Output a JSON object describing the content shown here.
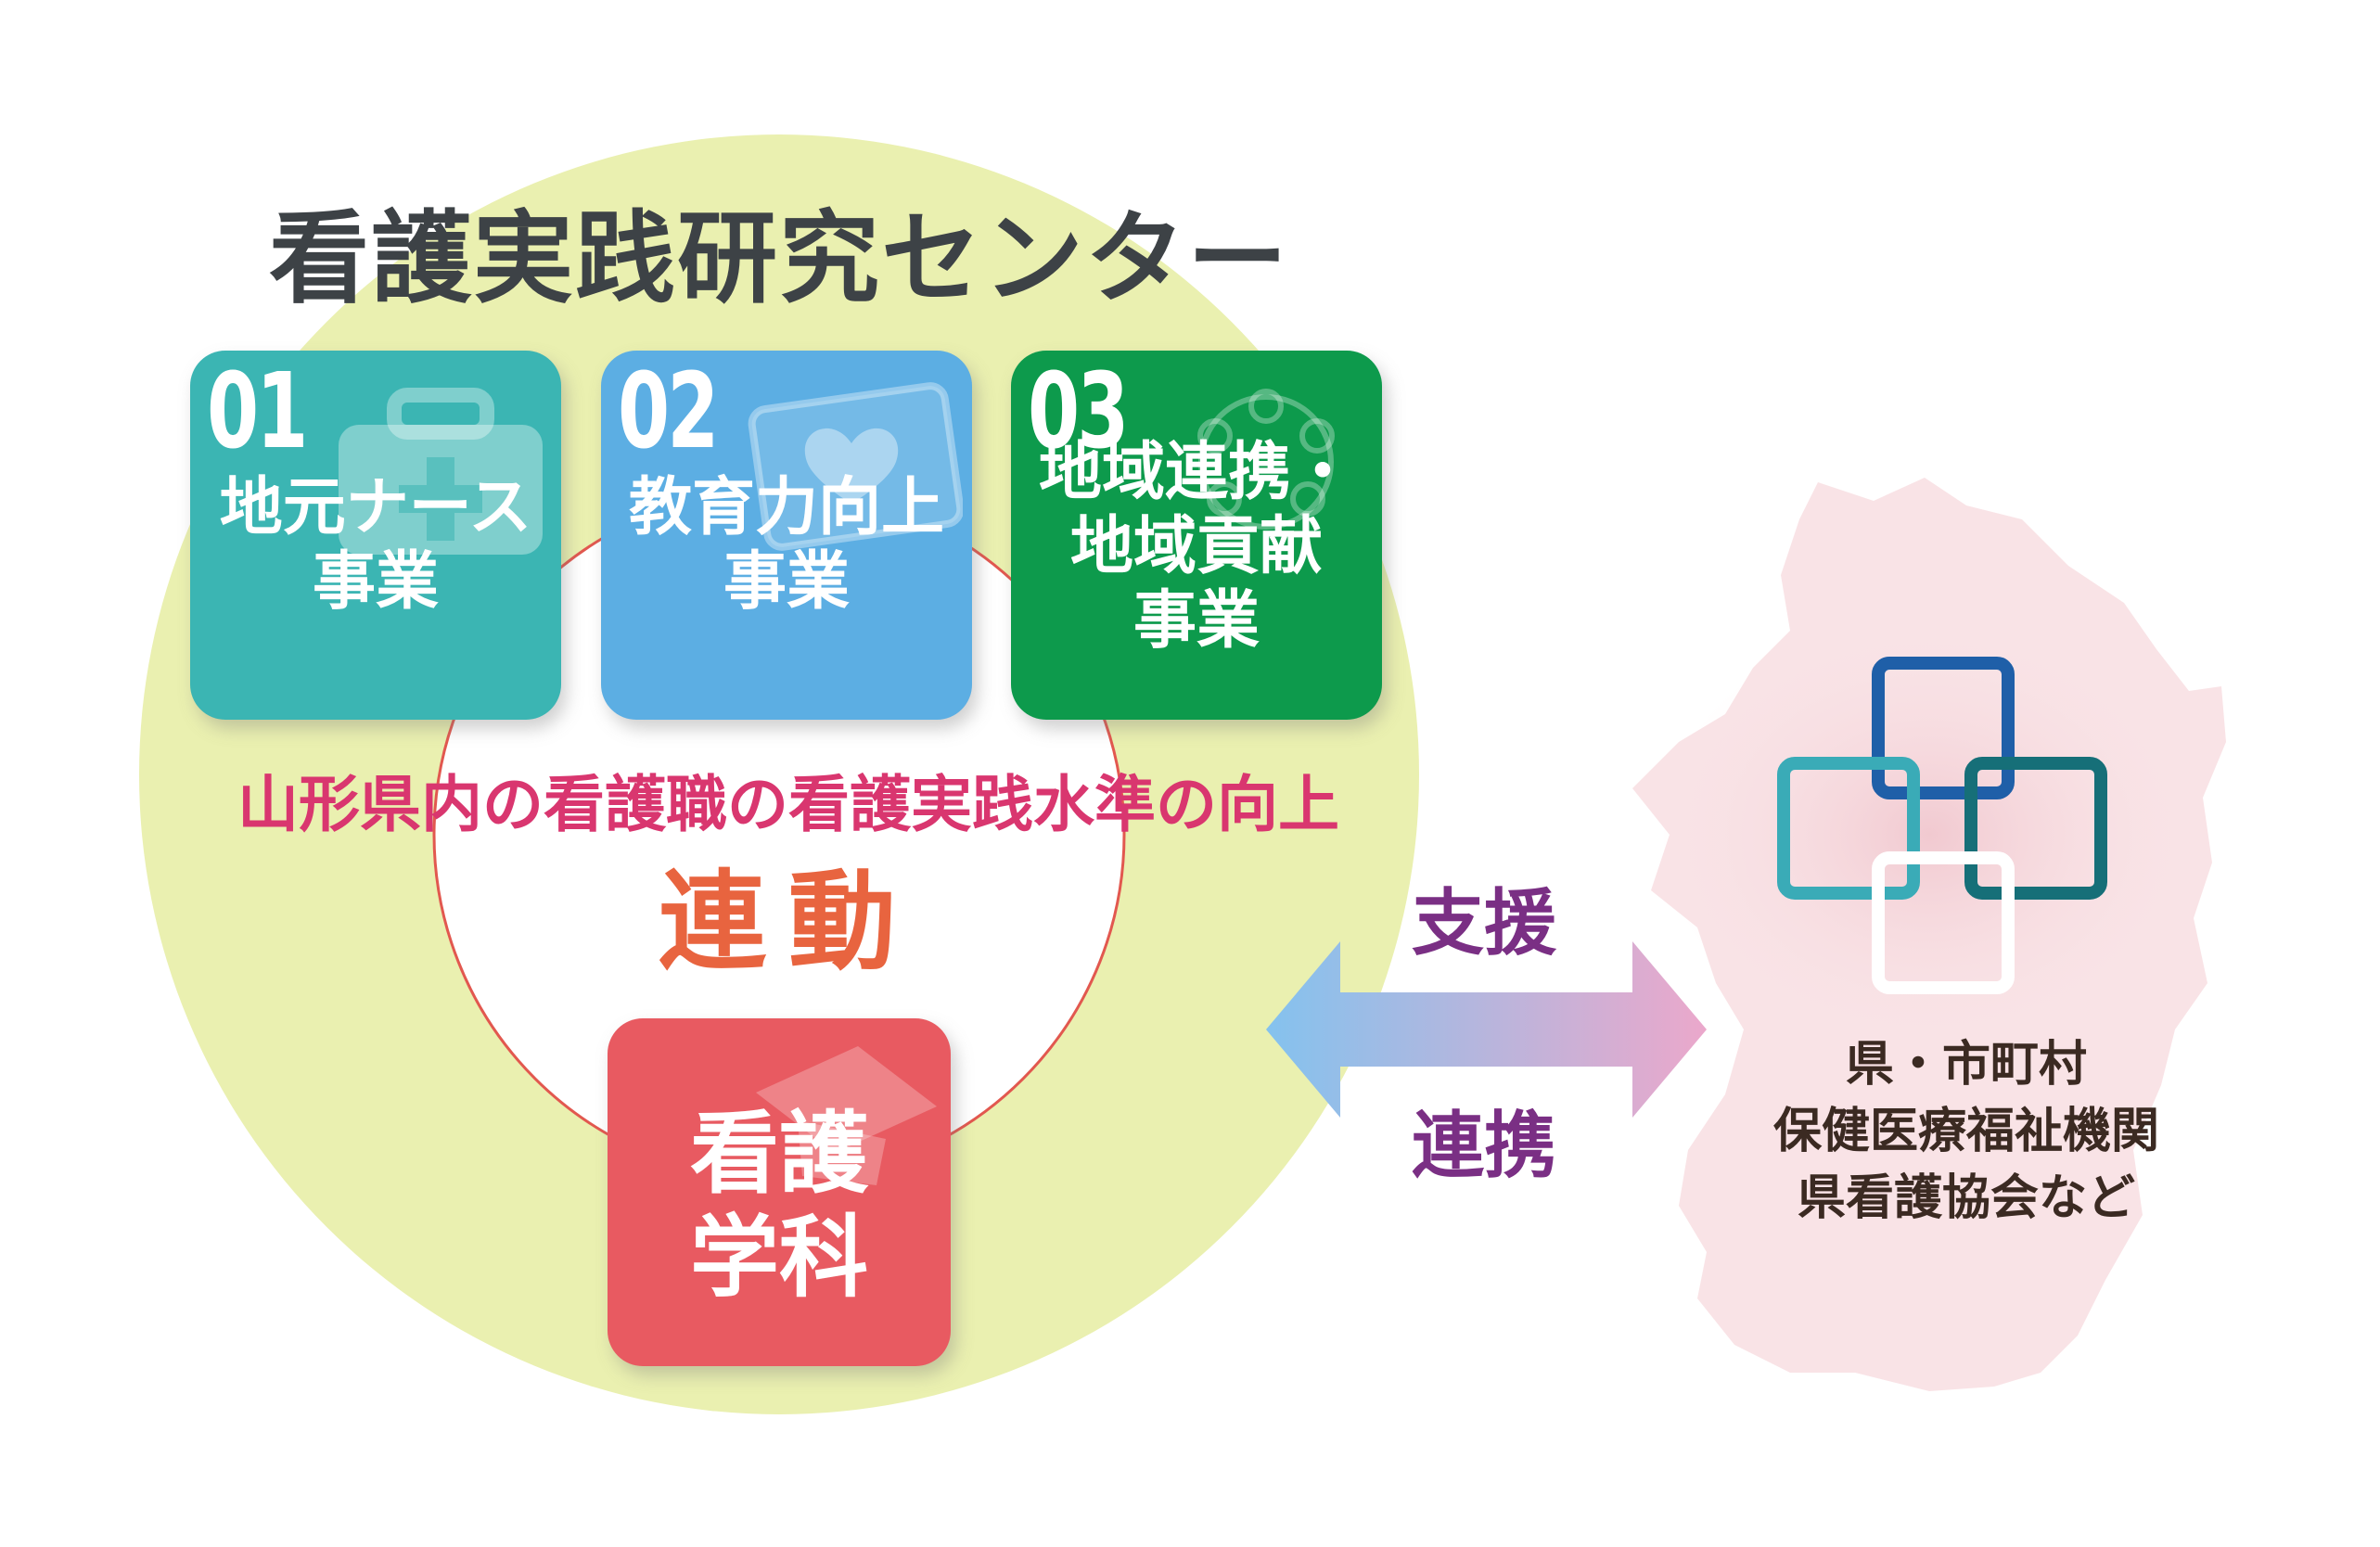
{
  "title": "看護実践研究センター",
  "projects": [
    {
      "number": "01",
      "label": "地元ナース\n事業",
      "color": "#3bb5b3",
      "icon": "medical-kit-icon"
    },
    {
      "number": "02",
      "label": "教育力向上\n事業",
      "color": "#5caee3",
      "icon": "heart-card-icon"
    },
    {
      "number": "03",
      "label": "地域連携・\n地域貢献\n事業",
      "color": "#0d9a4c",
      "icon": "community-people-icon"
    }
  ],
  "goal": "山形県内の看護職の看護実践水準の向上",
  "linked": "連動",
  "department": {
    "label": "看護\n学科",
    "color": "#e85a61",
    "icon": "graduation-cap-icon"
  },
  "arrow": {
    "top_label": "支援",
    "bottom_label": "連携"
  },
  "partners": {
    "lines": [
      "県・市町村",
      "保健医療福祉機関",
      "県看護協会など"
    ]
  },
  "colors": {
    "outer_ring": "#eaf0b0",
    "inner_circle_stroke": "#e2584f",
    "map_fill": "#f9e3e6",
    "goal_text": "#d9366f",
    "linked_text": "#e8643f",
    "arrow_text": "#7a2f84",
    "logo_square_blue": "#1f5fa8",
    "logo_square_teal": "#3aabb7",
    "logo_square_dark_teal": "#166f78"
  }
}
